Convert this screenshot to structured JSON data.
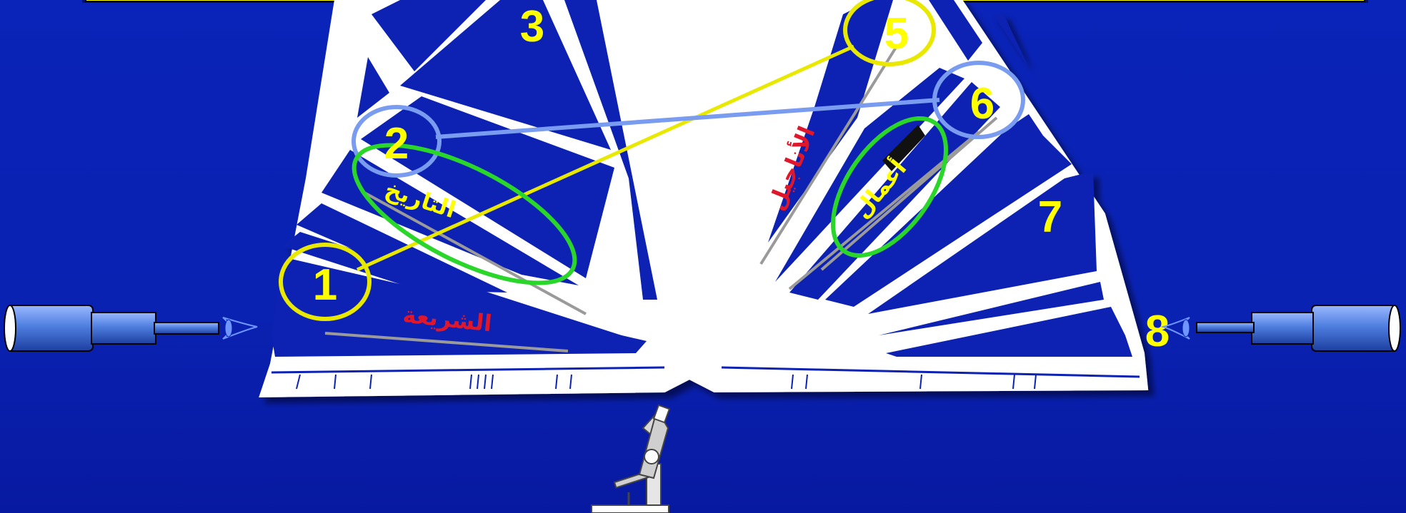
{
  "colors": {
    "background": "#0a22b2",
    "book": "#ffffff",
    "banner": "#ffff00",
    "number": "#ffff00",
    "arabic_red": "#e0162b",
    "arabic_yellow": "#ffff00",
    "ring_yellow": "#e8e800",
    "ring_blue": "#7a9cf0",
    "ring_green": "#2ad62a",
    "telescope": "#4f7fe0"
  },
  "numbers": {
    "n1": "1",
    "n2": "2",
    "n3": "3",
    "n5": "5",
    "n6": "6",
    "n7": "7",
    "n8": "8"
  },
  "labels": {
    "sharia": "الشريعة",
    "tarikh": "التاريخ",
    "anajil": "الأناجيل",
    "aamal": "أعمال"
  },
  "icons": {
    "left_telescope": "telescope-icon",
    "right_telescope": "telescope-icon",
    "microscope": "microscope-icon",
    "book": "open-book-illustration"
  }
}
